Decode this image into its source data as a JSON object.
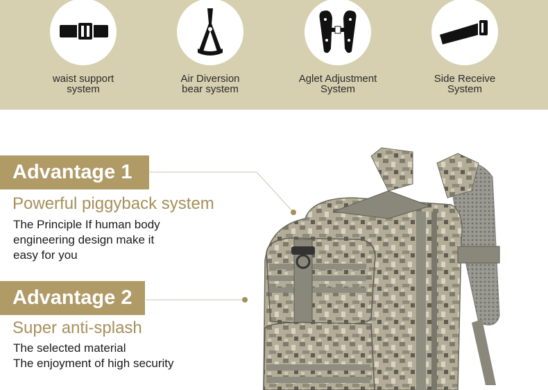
{
  "features": [
    {
      "line1": "waist support",
      "line2": "system",
      "icon": "waist-belt-icon"
    },
    {
      "line1": "Air Diversion",
      "line2": "bear system",
      "icon": "harness-icon"
    },
    {
      "line1": "Aglet Adjustment",
      "line2": "System",
      "icon": "shoulder-straps-icon"
    },
    {
      "line1": "Side Receive",
      "line2": "System",
      "icon": "compression-strap-icon"
    }
  ],
  "advantages": [
    {
      "title": "Advantage 1",
      "subtitle": "Powerful piggyback system",
      "lines": [
        "The Principle If human body",
        "engineering  design make it",
        "easy for you"
      ]
    },
    {
      "title": "Advantage 2",
      "subtitle": "Super anti-splash",
      "lines": [
        "The selected material",
        "The enjoyment of high security"
      ]
    }
  ],
  "colors": {
    "band": "#d6cfb0",
    "accent": "#b09a66",
    "subtitle": "#a78f5a"
  }
}
